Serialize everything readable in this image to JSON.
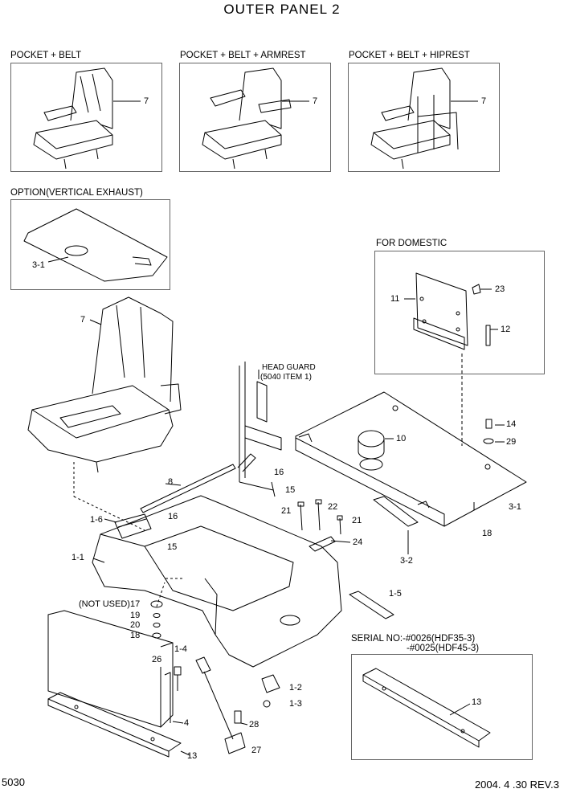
{
  "title": "OUTER  PANEL 2",
  "insets": {
    "seat_a": "POCKET + BELT",
    "seat_b": "POCKET + BELT + ARMREST",
    "seat_c": "POCKET + BELT + HIPREST",
    "option": "OPTION(VERTICAL EXHAUST)",
    "domestic": "FOR DOMESTIC",
    "serial_1": "SERIAL NO:-#0026(HDF35-3)",
    "serial_2": "-#0025(HDF45-3)"
  },
  "head_guard": {
    "line1": "HEAD GUARD",
    "line2": "(5040 ITEM 1)"
  },
  "not_used": "(NOT USED)",
  "part_labels": {
    "p7a": "7",
    "p7b": "7",
    "p7c": "7",
    "p7d": "7",
    "p3_1a": "3-1",
    "p3_1b": "3-1",
    "p11": "11",
    "p23": "23",
    "p12": "12",
    "p14": "14",
    "p29": "29",
    "p10": "10",
    "p18a": "18",
    "p8": "8",
    "p16a": "16",
    "p15a": "15",
    "p21a": "21",
    "p22": "22",
    "p21b": "21",
    "p24": "24",
    "p1_6": "1-6",
    "p16b": "16",
    "p15b": "15",
    "p1_1": "1-1",
    "p3_2": "3-2",
    "p1_5": "1-5",
    "p17": "17",
    "p19": "19",
    "p20": "20",
    "p18b": "18",
    "p26": "26",
    "p1_4": "1-4",
    "p1_2": "1-2",
    "p1_3": "1-3",
    "p4": "4",
    "p28": "28",
    "p27": "27",
    "p13a": "13",
    "p13b": "13"
  },
  "footer": {
    "page": "5030",
    "revision": "2004. 4 .30 REV.3"
  }
}
